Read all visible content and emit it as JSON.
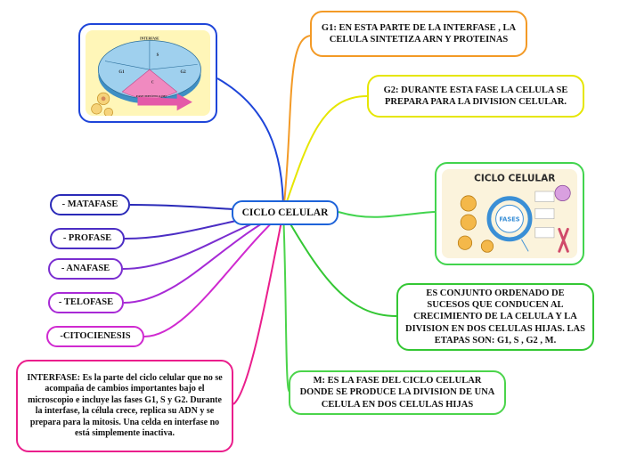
{
  "root": {
    "label": "CICLO CELULAR"
  },
  "nodes": {
    "g1": {
      "label": "G1: EN ESTA PARTE DE LA INTERFASE , LA CELULA SINTETIZA ARN Y PROTEINAS",
      "color": "#f39a26"
    },
    "g2": {
      "label": "G2: DURANTE ESTA FASE LA CELULA SE PREPARA PARA LA DIVISION CELULAR.",
      "color": "#e6e600"
    },
    "definicion": {
      "label": "ES CONJUNTO ORDENADO DE SUCESOS QUE CONDUCEN AL CRECIMIENTO DE LA CELULA Y LA DIVISION EN DOS CELULAS HIJAS. LAS ETAPAS SON: G1, S , G2 , M.",
      "color": "#34c734"
    },
    "m": {
      "label": "M: ES LA FASE DEL CICLO CELULAR DONDE SE PRODUCE LA DIVISION DE UNA CELULA EN DOS CELULAS HIJAS",
      "color": "#4bd44b"
    },
    "metafase": {
      "label": "- MATAFASE",
      "color": "#2a2ab8"
    },
    "profase": {
      "label": "- PROFASE",
      "color": "#4b2dc4"
    },
    "anafase": {
      "label": "- ANAFASE",
      "color": "#7a2ed0"
    },
    "telofase": {
      "label": "- TELOFASE",
      "color": "#a82ad6"
    },
    "citocinesis": {
      "label": "-CITOCIENESIS",
      "color": "#d02ad0"
    },
    "interfase": {
      "label": "INTERFASE: Es la parte del ciclo celular que no se acompaña de cambios importantes bajo el microscopio e incluye las fases G1, S y G2. Durante la interfase, la célula crece, replica su ADN y se prepara para la mitosis. Una celda en interfase no está simplemente inactiva.",
      "color": "#ea1e8c"
    }
  },
  "images": {
    "wheel": {
      "color": "#1e45d9",
      "labels": {
        "top": "INTERFASE",
        "s": "S",
        "g1": "G1",
        "g2": "G2",
        "bottom": "FASE MITÓTICA (M)",
        "c": "C"
      }
    },
    "poster": {
      "color": "#42d44e",
      "title": "CICLO CELULAR",
      "center": "FASES"
    }
  },
  "colors": {
    "root_border": "#1e63d9"
  }
}
